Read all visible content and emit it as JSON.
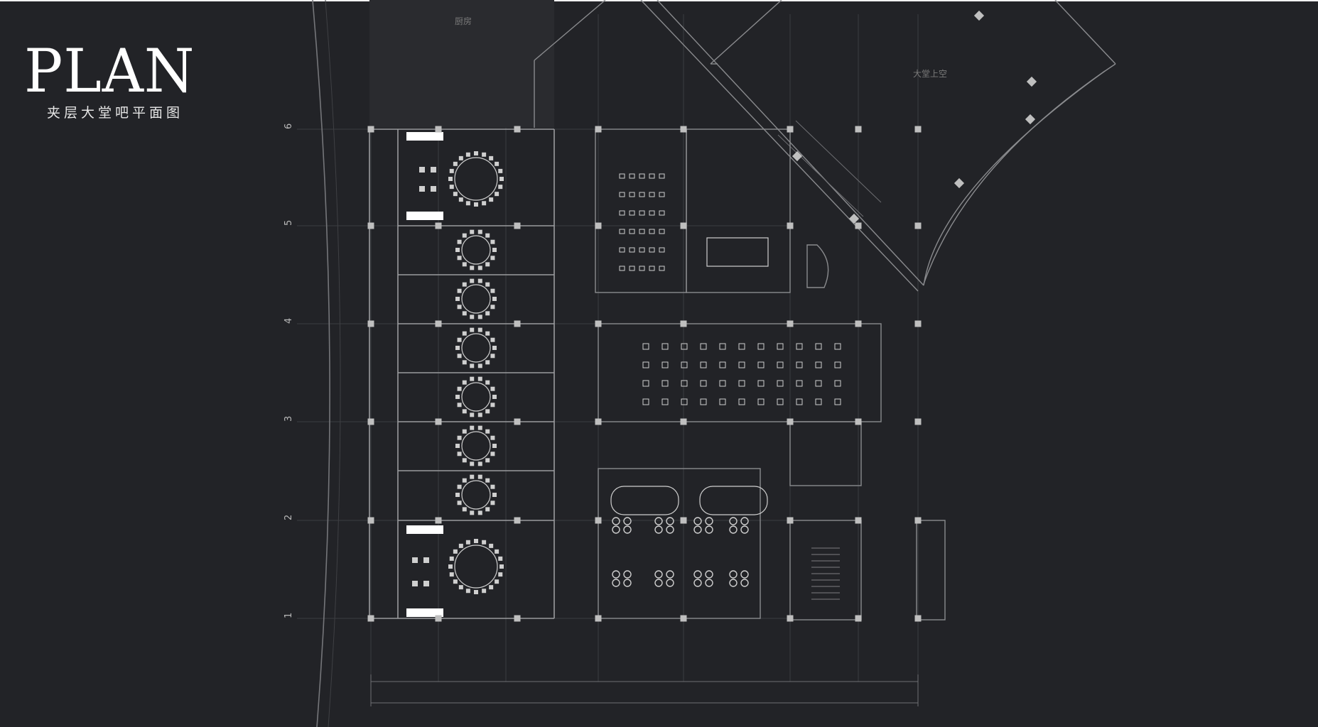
{
  "header": {
    "title": "PLAN",
    "subtitle": "夹层大堂吧平面图"
  },
  "drawing": {
    "axis_labels": [
      "1",
      "2",
      "3",
      "4",
      "5",
      "6"
    ],
    "room_labels": [
      "厨房",
      "大堂上空"
    ],
    "colors": {
      "background": "#222327",
      "line": "#8a8b8e",
      "grid": "#3b3c40",
      "column": "#bfbfbf",
      "furniture": "#cfcfcf",
      "highlight": "#ffffff"
    }
  }
}
